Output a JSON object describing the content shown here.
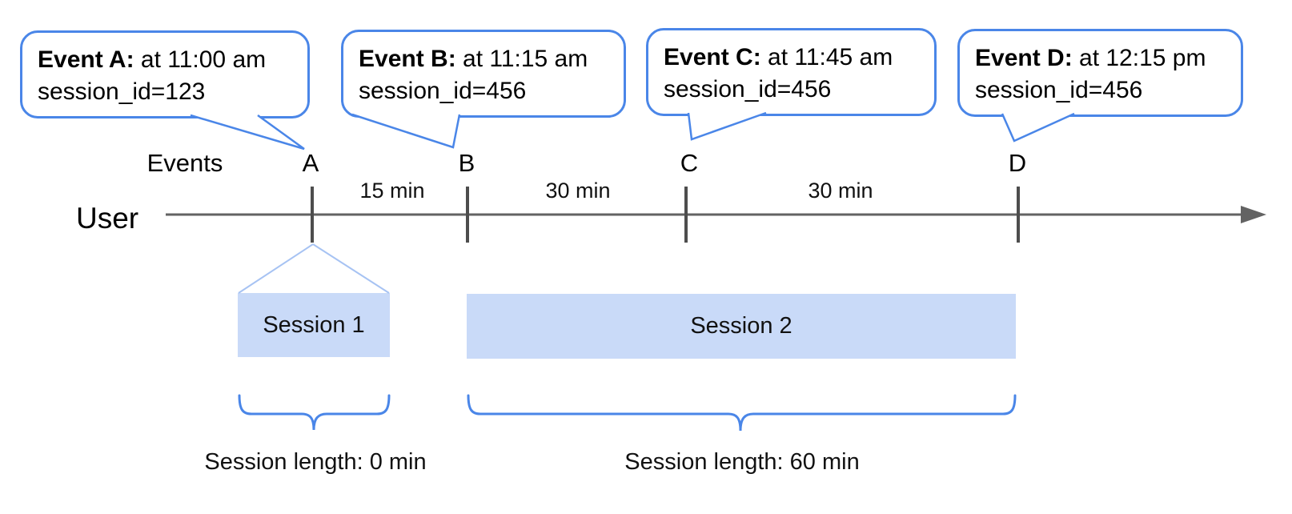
{
  "diagram": {
    "axis": {
      "events_label": "Events",
      "user_label": "User"
    },
    "events": [
      {
        "label": "A",
        "callout": {
          "title": "Event A:",
          "time": " at 11:00 am",
          "session": "session_id=123"
        }
      },
      {
        "label": "B",
        "callout": {
          "title": "Event B:",
          "time": " at 11:15 am",
          "session": "session_id=456"
        }
      },
      {
        "label": "C",
        "callout": {
          "title": "Event C:",
          "time": " at 11:45 am",
          "session": "session_id=456"
        }
      },
      {
        "label": "D",
        "callout": {
          "title": "Event D:",
          "time": " at 12:15 pm",
          "session": "session_id=456"
        }
      }
    ],
    "intervals": [
      {
        "label": "15 min"
      },
      {
        "label": "30 min"
      },
      {
        "label": "30 min"
      }
    ],
    "sessions": [
      {
        "label": "Session 1",
        "length": "Session length: 0 min"
      },
      {
        "label": "Session 2",
        "length": "Session length: 60 min"
      }
    ],
    "colors": {
      "accent_blue": "#4a86e8",
      "light_blue_fill": "#c9daf8",
      "funnel_blue": "#a7c3f3",
      "axis_gray": "#636363",
      "tick_gray": "#4d4d4d",
      "text_black": "#000000"
    }
  }
}
